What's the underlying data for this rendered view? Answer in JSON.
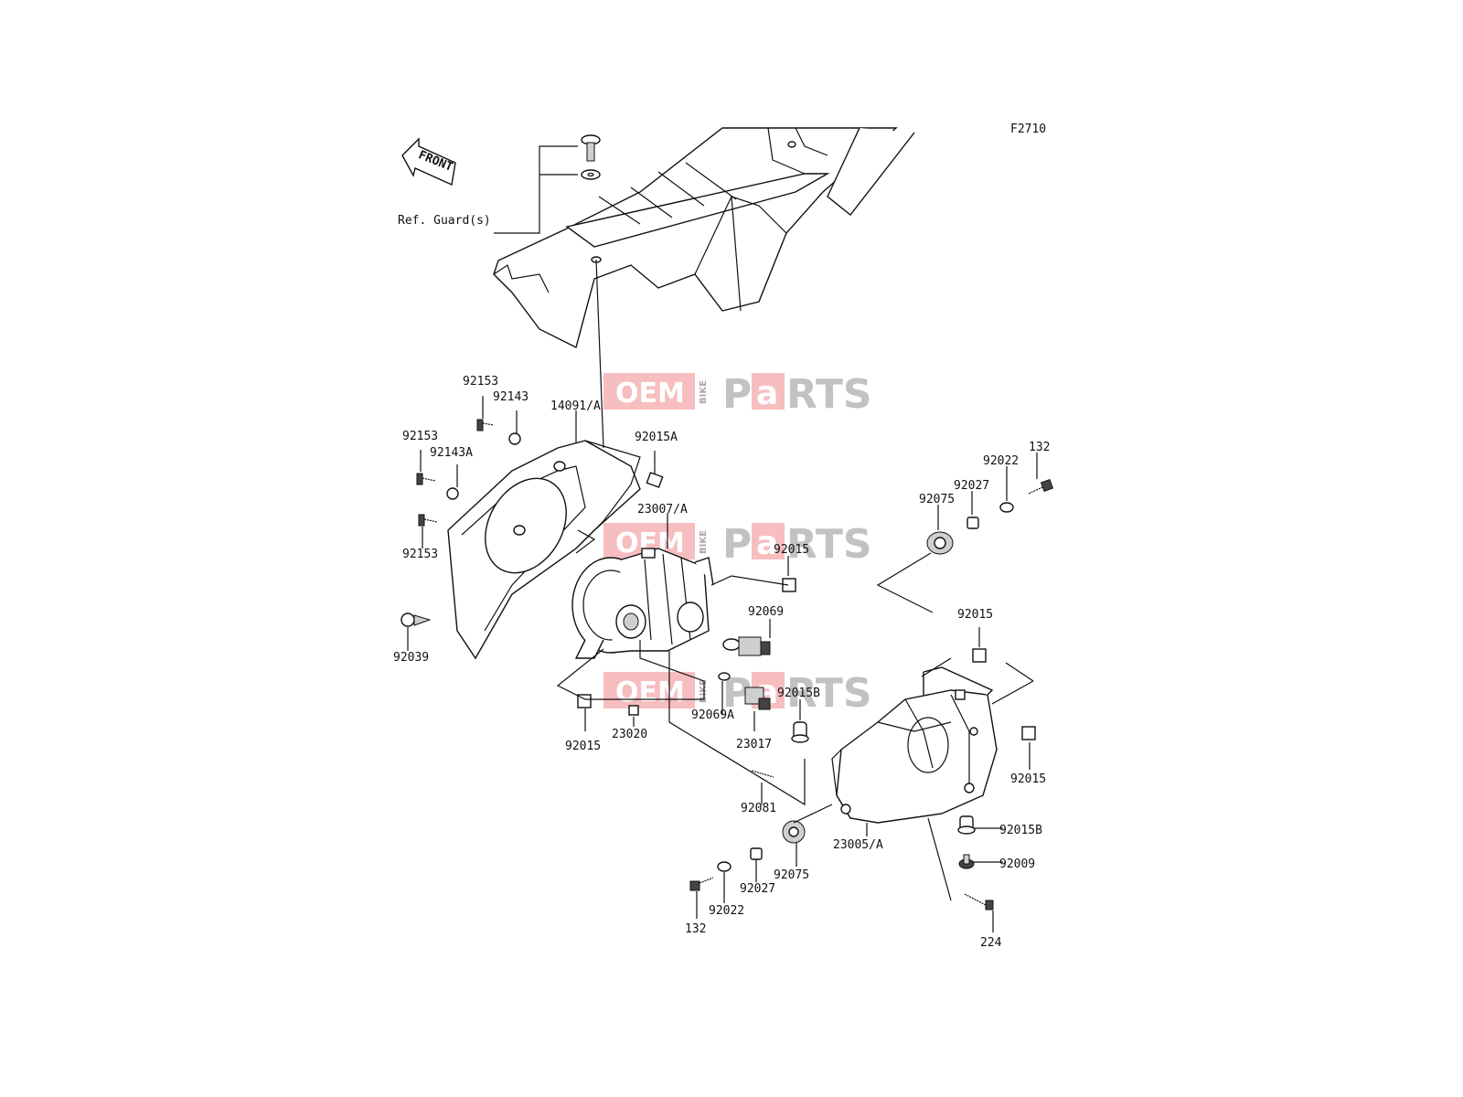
{
  "diagram": {
    "code": "F2710",
    "front": "FRONT",
    "ref_guard": "Ref. Guard(s)"
  },
  "watermark": {
    "oem": "OEM",
    "bike": "BIKE",
    "p": "P",
    "a": "a",
    "rts": "RTS"
  },
  "labels": {
    "l_92153_a": "92153",
    "l_92143": "92143",
    "l_14091": "14091/A",
    "l_92153_b": "92153",
    "l_92143a": "92143A",
    "l_92015a": "92015A",
    "l_92153_c": "92153",
    "l_23007": "23007/A",
    "l_92039": "92039",
    "l_92015_top": "92015",
    "l_92069": "92069",
    "l_92015_left": "92015",
    "l_23020": "23020",
    "l_92069a": "92069A",
    "l_23017": "23017",
    "l_92015b_mid": "92015B",
    "l_92081": "92081",
    "l_132_top": "132",
    "l_92022_top": "92022",
    "l_92027_top": "92027",
    "l_92075_top": "92075",
    "l_92015_right_top": "92015",
    "l_92015_right": "92015",
    "l_92015b_bottom": "92015B",
    "l_23005": "23005/A",
    "l_92009": "92009",
    "l_92075_bottom": "92075",
    "l_92027_bottom": "92027",
    "l_92022_bottom": "92022",
    "l_132_bottom": "132",
    "l_224": "224"
  }
}
